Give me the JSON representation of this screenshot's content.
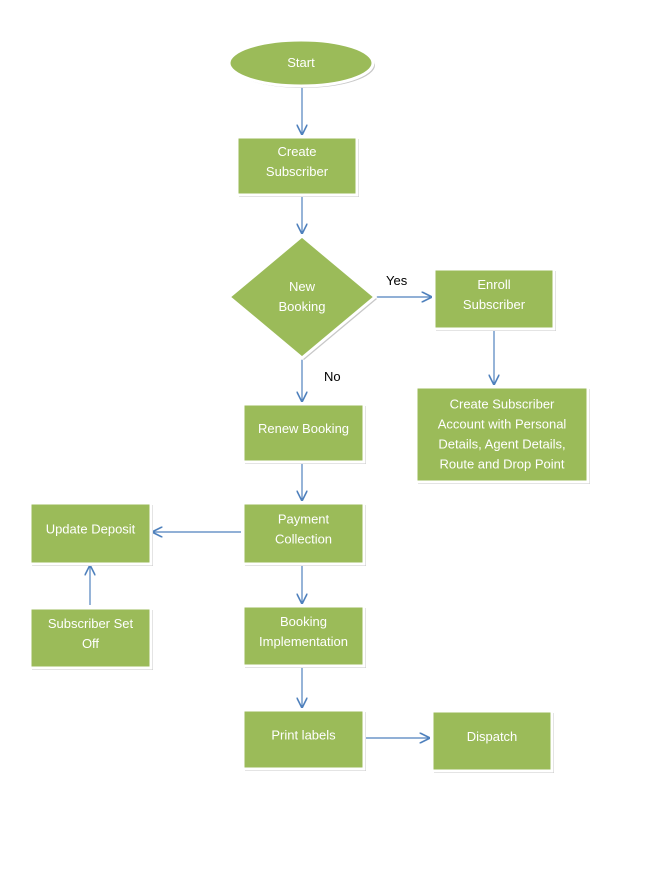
{
  "colors": {
    "node_fill": "#9BBB59",
    "node_border": "#ffffff",
    "shadow": "#c8c8c8",
    "arrow": "#4F81BD",
    "node_text": "#ffffff",
    "edge_text": "#000000"
  },
  "nodes": {
    "start": {
      "lines": [
        "Start"
      ]
    },
    "create_subscriber": {
      "lines": [
        "Create",
        "Subscriber"
      ]
    },
    "new_booking": {
      "lines": [
        "New",
        "Booking"
      ]
    },
    "enroll_subscriber": {
      "lines": [
        "Enroll",
        "Subscriber"
      ]
    },
    "create_account": {
      "lines": [
        "Create Subscriber",
        "Account with Personal",
        "Details, Agent Details,",
        "Route and Drop Point"
      ]
    },
    "renew_booking": {
      "lines": [
        "Renew Booking"
      ]
    },
    "payment_collection": {
      "lines": [
        "Payment",
        "Collection"
      ]
    },
    "update_deposit": {
      "lines": [
        "Update Deposit"
      ]
    },
    "subscriber_set_off": {
      "lines": [
        "Subscriber Set",
        "Off"
      ]
    },
    "booking_implementation": {
      "lines": [
        "Booking",
        "Implementation"
      ]
    },
    "print_labels": {
      "lines": [
        "Print labels"
      ]
    },
    "dispatch": {
      "lines": [
        "Dispatch"
      ]
    }
  },
  "edge_labels": {
    "yes": "Yes",
    "no": "No"
  }
}
